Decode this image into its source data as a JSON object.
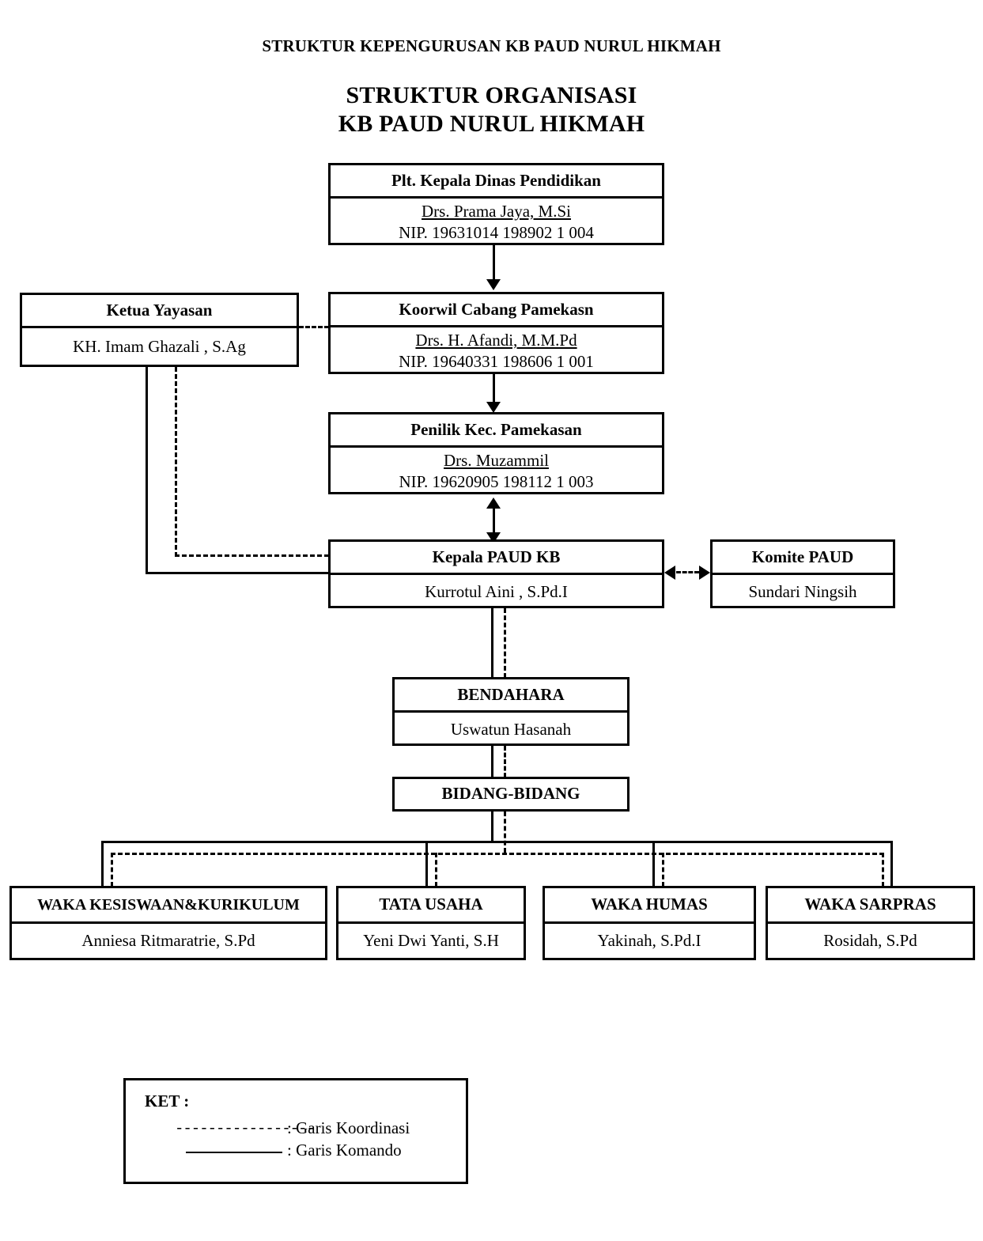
{
  "document": {
    "heading": "STRUKTUR KEPENGURUSAN KB PAUD NURUL HIKMAH",
    "title_line1": "STRUKTUR  ORGANISASI",
    "title_line2": "KB PAUD NURUL HIKMAH"
  },
  "chart_data": {
    "type": "diagram",
    "title": "STRUKTUR ORGANISASI KB PAUD NURUL HIKMAH",
    "nodes": [
      {
        "id": "kadis",
        "title": "Plt. Kepala Dinas Pendidikan",
        "person": "Drs. Prama Jaya, M.Si",
        "nip": "NIP. 19631014 198902 1 004"
      },
      {
        "id": "koorwil",
        "title": "Koorwil Cabang Pamekasn",
        "person": "Drs. H. Afandi, M.M.Pd",
        "nip": "NIP. 19640331 198606 1 001"
      },
      {
        "id": "yayasan",
        "title": "Ketua Yayasan",
        "person": "KH. Imam Ghazali , S.Ag",
        "nip": ""
      },
      {
        "id": "penilik",
        "title": "Penilik  Kec. Pamekasan",
        "person": "Drs. Muzammil",
        "nip": "NIP. 19620905 198112 1 003"
      },
      {
        "id": "kepala",
        "title": "Kepala PAUD KB",
        "person": "Kurrotul Aini , S.Pd.I",
        "nip": ""
      },
      {
        "id": "komite",
        "title": "Komite PAUD",
        "person": "Sundari Ningsih",
        "nip": ""
      },
      {
        "id": "bendahara",
        "title": "BENDAHARA",
        "person": "Uswatun Hasanah",
        "nip": ""
      },
      {
        "id": "bidang",
        "title": "BIDANG-BIDANG",
        "person": "",
        "nip": ""
      },
      {
        "id": "kesiswaan",
        "title": "WAKA KESISWAAN&KURIKULUM",
        "person": "Anniesa Ritmaratrie, S.Pd",
        "nip": ""
      },
      {
        "id": "tatausaha",
        "title": "TATA USAHA",
        "person": "Yeni Dwi Yanti, S.H",
        "nip": ""
      },
      {
        "id": "humas",
        "title": "WAKA HUMAS",
        "person": "Yakinah, S.Pd.I",
        "nip": ""
      },
      {
        "id": "sarpras",
        "title": "WAKA SARPRAS",
        "person": "Rosidah, S.Pd",
        "nip": ""
      }
    ],
    "edges": [
      {
        "from": "kadis",
        "to": "koorwil",
        "style": "solid",
        "arrow": "down"
      },
      {
        "from": "koorwil",
        "to": "penilik",
        "style": "solid",
        "arrow": "down"
      },
      {
        "from": "penilik",
        "to": "kepala",
        "style": "solid",
        "arrow": "both-vertical"
      },
      {
        "from": "yayasan",
        "to": "koorwil",
        "style": "dashed",
        "arrow": "none"
      },
      {
        "from": "yayasan",
        "to": "kepala",
        "style": "dashed",
        "arrow": "none"
      },
      {
        "from": "yayasan",
        "to": "kepala",
        "style": "solid",
        "arrow": "none"
      },
      {
        "from": "komite",
        "to": "kepala",
        "style": "dashed",
        "arrow": "both-horizontal"
      },
      {
        "from": "kepala",
        "to": "bendahara",
        "style": "solid",
        "arrow": "none"
      },
      {
        "from": "kepala",
        "to": "bendahara",
        "style": "dashed",
        "arrow": "none"
      },
      {
        "from": "bendahara",
        "to": "bidang",
        "style": "solid",
        "arrow": "none"
      },
      {
        "from": "bendahara",
        "to": "bidang",
        "style": "dashed",
        "arrow": "none"
      },
      {
        "from": "bidang",
        "to": "kesiswaan",
        "style": "solid",
        "arrow": "none"
      },
      {
        "from": "bidang",
        "to": "kesiswaan",
        "style": "dashed",
        "arrow": "none"
      },
      {
        "from": "bidang",
        "to": "tatausaha",
        "style": "solid",
        "arrow": "none"
      },
      {
        "from": "bidang",
        "to": "tatausaha",
        "style": "dashed",
        "arrow": "none"
      },
      {
        "from": "bidang",
        "to": "humas",
        "style": "solid",
        "arrow": "none"
      },
      {
        "from": "bidang",
        "to": "humas",
        "style": "dashed",
        "arrow": "none"
      },
      {
        "from": "bidang",
        "to": "sarpras",
        "style": "solid",
        "arrow": "none"
      },
      {
        "from": "bidang",
        "to": "sarpras",
        "style": "dashed",
        "arrow": "none"
      }
    ]
  },
  "legend": {
    "title": "KET :",
    "koordinasi": {
      "sample": "-----------------",
      "separator": ": ",
      "label": "Garis Koordinasi"
    },
    "komando": {
      "sample": "",
      "separator": ": ",
      "label": "Garis Komando"
    }
  }
}
